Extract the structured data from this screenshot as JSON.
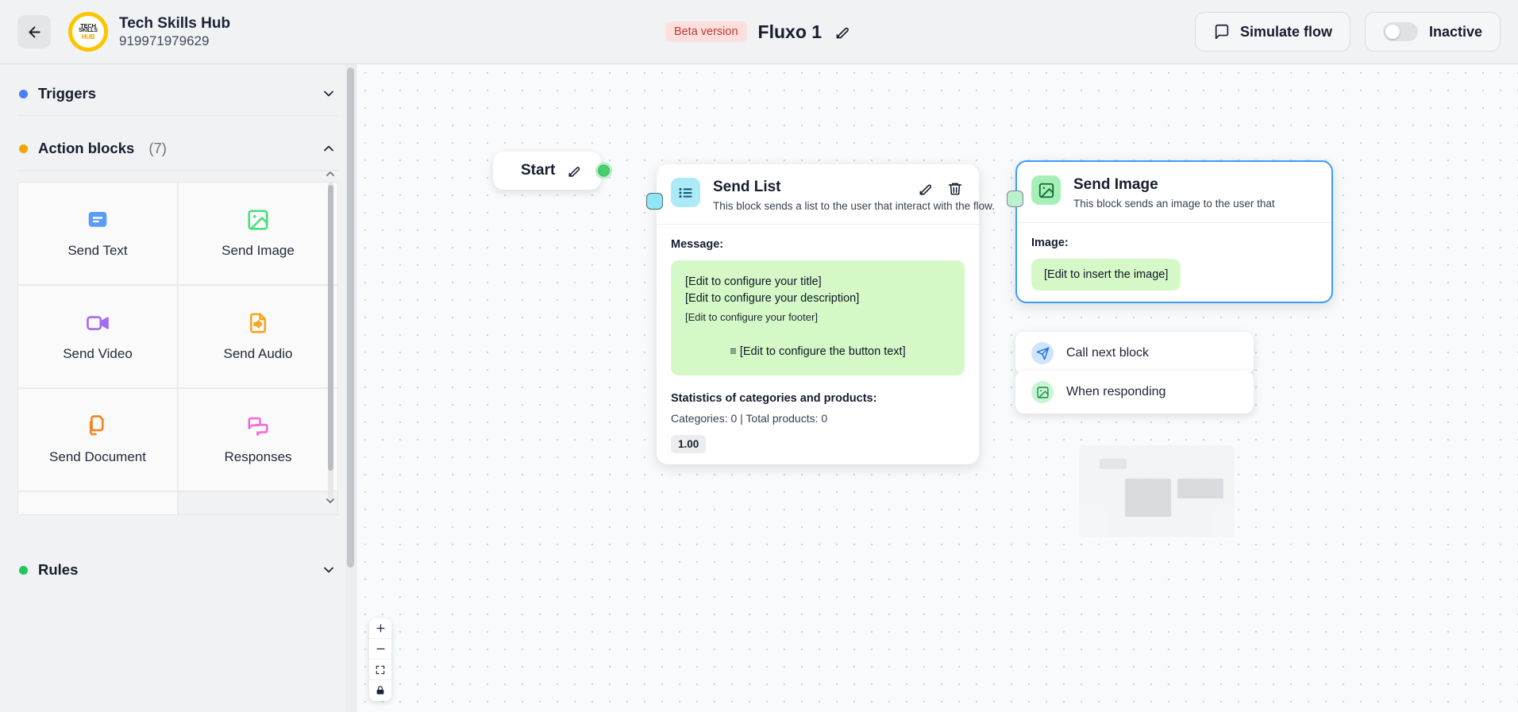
{
  "header": {
    "back_icon": "arrow-left-icon",
    "brand": {
      "logo_line1": "TECH",
      "logo_line2": "SKILLS",
      "logo_line3": "HUB",
      "name": "Tech Skills Hub",
      "phone": "919971979629"
    },
    "beta_badge": "Beta version",
    "flow_title": "Fluxo 1",
    "edit_icon": "pencil-square-icon",
    "simulate_button": "Simulate flow",
    "simulate_icon": "chat-bubble-icon",
    "toggle_label": "Inactive",
    "toggle_state": "off"
  },
  "sidebar": {
    "sections": [
      {
        "title": "Triggers",
        "count": "",
        "dot_color": "#4a7dff",
        "expanded": false,
        "chevron": "chevron-down-icon"
      },
      {
        "title": "Action blocks",
        "count": "(7)",
        "dot_color": "#f0a500",
        "expanded": true,
        "chevron": "chevron-up-icon"
      },
      {
        "title": "Rules",
        "count": "",
        "dot_color": "#22c55e",
        "expanded": false,
        "chevron": "chevron-down-icon"
      }
    ],
    "blocks": [
      {
        "label": "Send Text",
        "icon": "send-text-icon",
        "color": "#5b9bf8"
      },
      {
        "label": "Send Image",
        "icon": "send-image-icon",
        "color": "#4ade80"
      },
      {
        "label": "Send Video",
        "icon": "send-video-icon",
        "color": "#a36bf5"
      },
      {
        "label": "Send Audio",
        "icon": "send-audio-icon",
        "color": "#f5a623"
      },
      {
        "label": "Send Document",
        "icon": "send-document-icon",
        "color": "#f58220"
      },
      {
        "label": "Responses",
        "icon": "responses-icon",
        "color": "#ef6fd8"
      },
      {
        "label": "",
        "icon": "send-list-icon",
        "color": "#2f7fd1"
      }
    ]
  },
  "canvas": {
    "start_node": {
      "label": "Start",
      "flag_icon": "flag-icon",
      "edit_icon": "pencil-square-icon",
      "handle": "source-handle-green"
    },
    "send_list": {
      "icon": "list-icon",
      "title": "Send List",
      "description": "This block sends a list to the user that interact with the flow.",
      "edit_icon": "pencil-square-icon",
      "delete_icon": "trash-icon",
      "message_label": "Message:",
      "bubble": {
        "title": "[Edit to configure your title]",
        "description": "[Edit to configure your description]",
        "footer": "[Edit to configure your footer]",
        "button": "≡ [Edit to configure the button text]"
      },
      "stats_title": "Statistics of categories and products:",
      "stats_line": "Categories: 0 | Total products: 0",
      "version": "1.00"
    },
    "send_image": {
      "icon": "image-icon",
      "title": "Send Image",
      "description": "This block sends an image to the user that",
      "image_label": "Image:",
      "image_placeholder": "[Edit to insert the image]",
      "selected": true
    },
    "pills": [
      {
        "label": "Call next block",
        "icon": "send-arrow-icon",
        "tone": "blue"
      },
      {
        "label": "When responding",
        "icon": "image-reply-icon",
        "tone": "green"
      }
    ],
    "zoom_controls": [
      {
        "icon": "zoom-in-icon",
        "name": "zoom-in-button"
      },
      {
        "icon": "zoom-out-icon",
        "name": "zoom-out-button"
      },
      {
        "icon": "fit-view-icon",
        "name": "fit-view-button"
      },
      {
        "icon": "lock-icon",
        "name": "lock-button"
      }
    ]
  }
}
